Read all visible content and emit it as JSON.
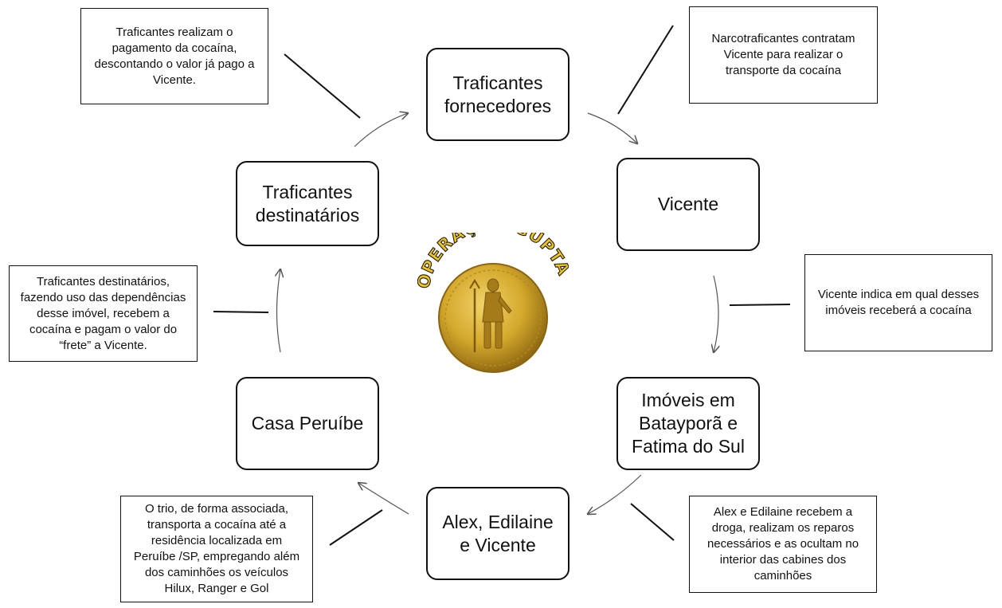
{
  "diagram": {
    "nodes": {
      "traficantes_fornecedores": "Traficantes fornecedores",
      "vicente": "Vicente",
      "imoveis": "Imóveis em Batayporã e Fatima do Sul",
      "alex_edilaine_vicente": "Alex, Edilaine e Vicente",
      "casa_peruibe": "Casa Peruíbe",
      "traficantes_destinatarios": "Traficantes destinatários"
    },
    "notes": {
      "contratam": "Narcotraficantes contratam Vicente para realizar o transporte da cocaína",
      "indica": "Vicente indica em qual desses imóveis receberá a cocaína",
      "reparos": "Alex e Edilaine recebem a droga, realizam os reparos necessários e as ocultam no interior das cabines dos caminhões",
      "trio": "O trio, de forma associada, transporta a cocaína até  a residência localizada em Peruíbe /SP, empregando além dos caminhões os veículos Hilux, Ranger e Gol",
      "destinatarios": "Traficantes destinatários, fazendo uso das dependências desse imóvel, recebem a cocaína e pagam o valor do “frete” a Vicente.",
      "pagamento": "Traficantes realizam o pagamento da cocaína, descontando o valor já pago a Vicente."
    },
    "emblem_title": "OPERAÇÃO GUPTA"
  },
  "colors": {
    "line": "#111111",
    "arrow": "#555555",
    "gold_light": "#f2d36b",
    "gold": "#d4a92c",
    "gold_dark": "#8a6410",
    "title_fill": "#f0c419",
    "title_outline": "#1a1a1a"
  },
  "icons": {
    "emblem": "gold-coin-icon"
  }
}
